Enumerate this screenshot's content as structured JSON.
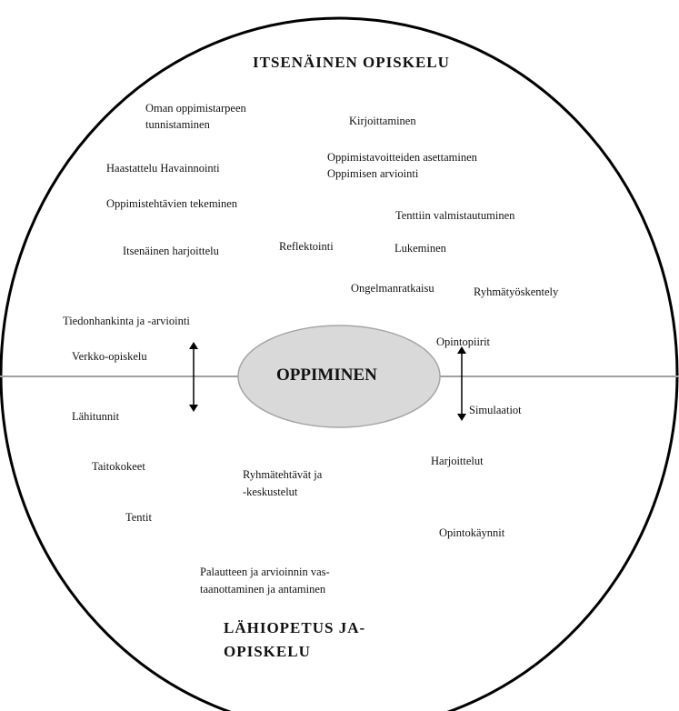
{
  "center_label": "OPPIMINEN",
  "top_heading": "ITSENÄINEN OPISKELU",
  "bottom_heading": [
    "LÄHIOPETUS JA-",
    "OPISKELU"
  ],
  "items": [
    "Oman oppimistarpeen",
    "tunnistaminen",
    "Kirjoittaminen",
    "Oppimistavoitteiden asettaminen",
    "Oppimisen arviointi",
    "Haastattelu Havainnointi",
    "Oppimistehtävien tekeminen",
    "Tenttiin valmistautuminen",
    "Itsenäinen harjoittelu",
    "Reflektointi",
    "Lukeminen",
    "Ongelmanratkaisu",
    "Ryhmätyöskentely",
    "Tiedonhankinta ja -arviointi",
    "Opintopiirit",
    "Verkko-opiskelu",
    "Lähitunnit",
    "Simulaatiot",
    "Taitokokeet",
    "Harjoittelut",
    "Ryhmätehtävät ja",
    "-keskustelut",
    "Tentit",
    "Opintokäynnit",
    "Palautteen ja arvioinnin vas-",
    "taanottaminen ja antaminen"
  ],
  "colors": {
    "ellipse_fill": "#d9d9d9",
    "ellipse_stroke": "#a6a6a6",
    "divider": "#a0a0a0"
  }
}
